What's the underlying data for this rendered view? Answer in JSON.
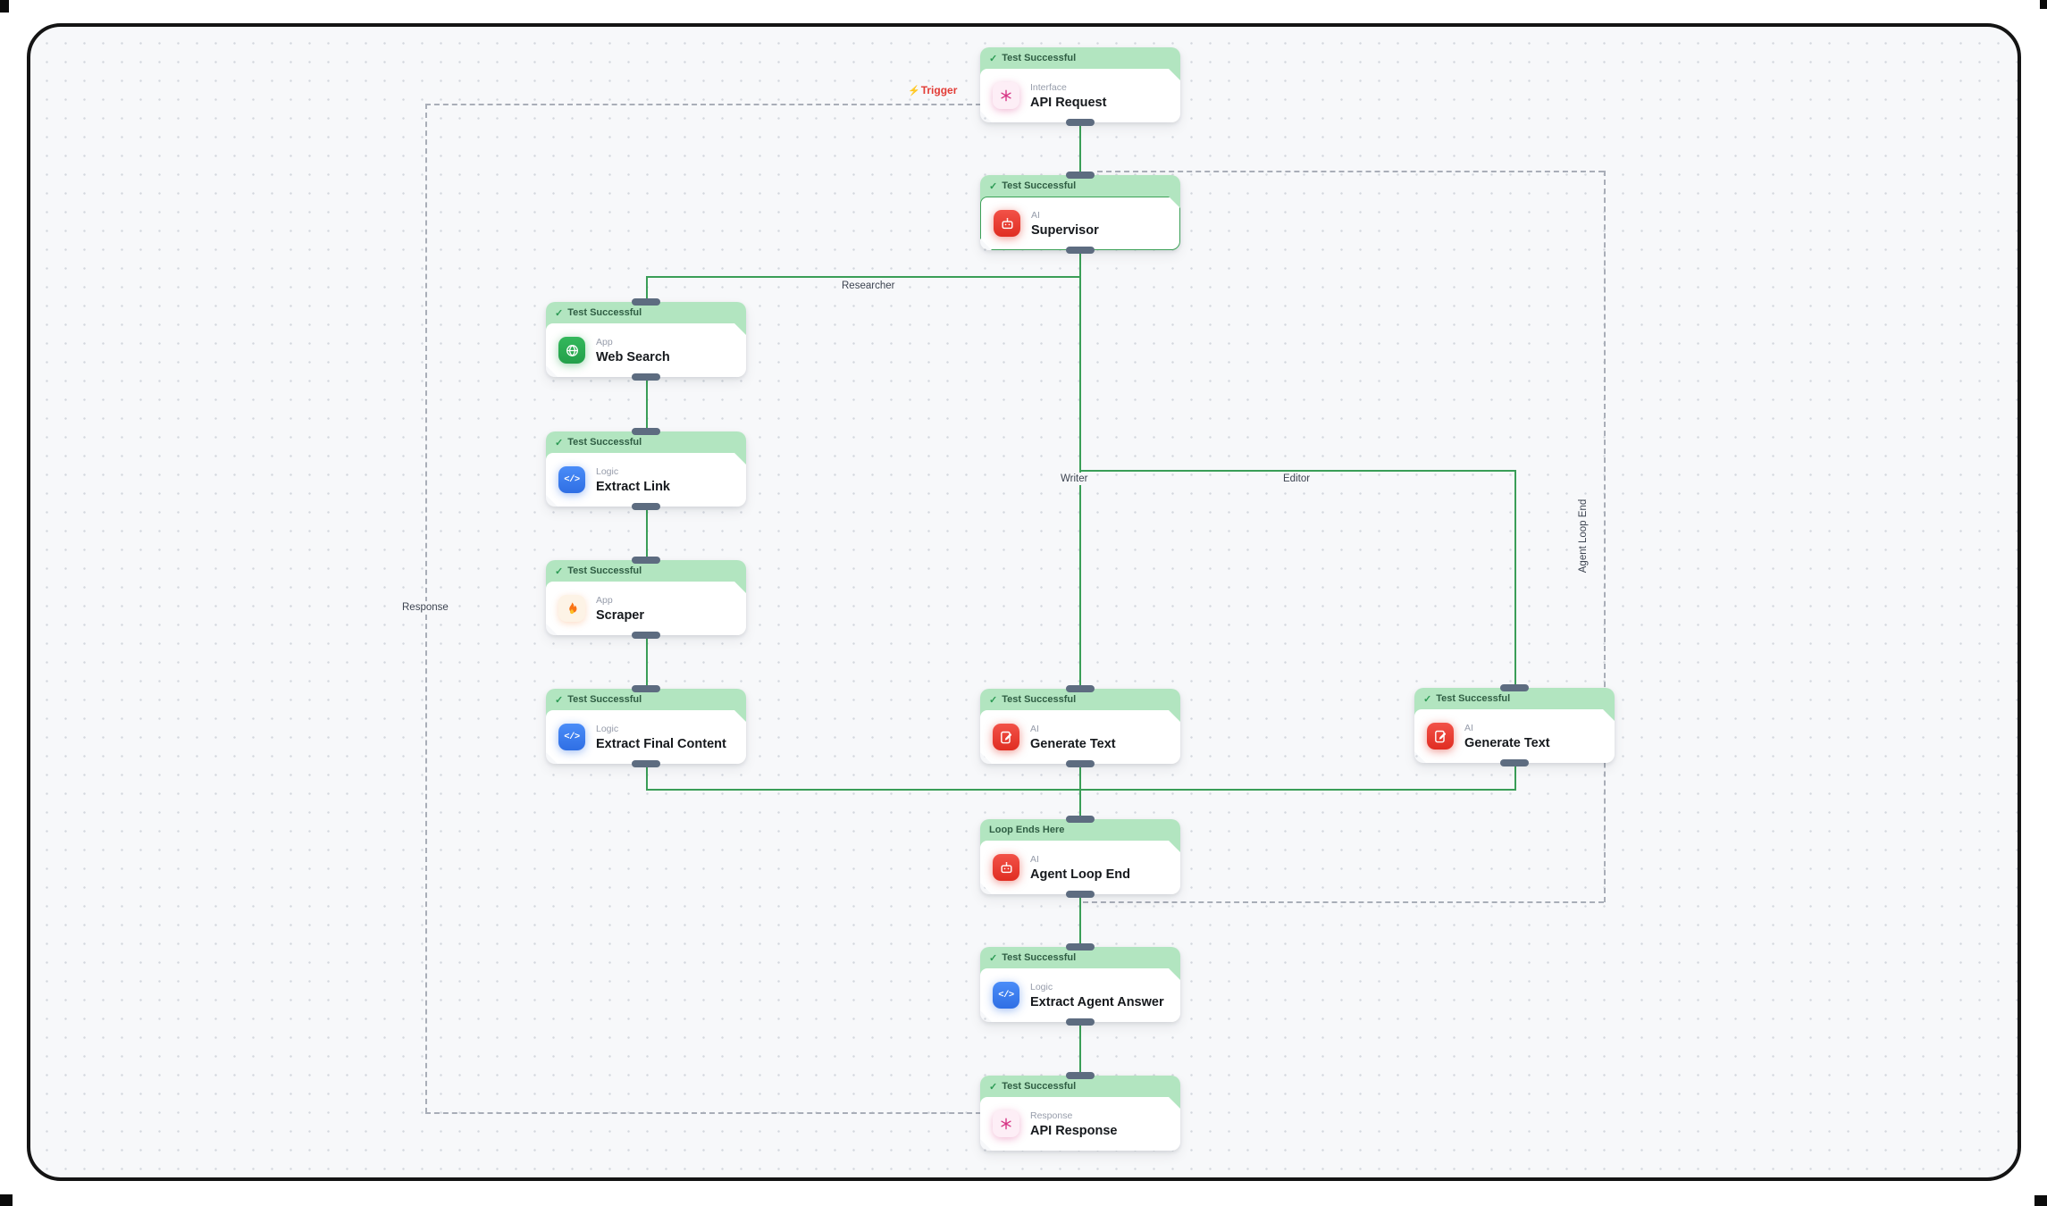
{
  "app": {
    "description": "Workflow automation canvas"
  },
  "colors": {
    "canvas_bg": "#f7f8fa",
    "edge_green": "#3a9e57",
    "edge_dashed_gray": "#a9aeb8",
    "header_green": "#b2e5c0",
    "trigger_red": "#e23b35",
    "handle_slate": "#5d6c80",
    "icon_pink": "#d63384",
    "icon_red": "#e02d22",
    "icon_green": "#23a04a",
    "icon_blue": "#2f6fe4",
    "icon_orange": "#f97316"
  },
  "badges": {
    "check": "✓"
  },
  "nodes": [
    {
      "header": "Test Successful",
      "check": "✓",
      "category": "Interface",
      "title": "API Request",
      "icon": "sparkle-icon"
    },
    {
      "header": "Test Successful",
      "check": "✓",
      "category": "AI",
      "title": "Supervisor",
      "icon": "robot-icon"
    },
    {
      "header": "Test Successful",
      "check": "✓",
      "category": "App",
      "title": "Web Search",
      "icon": "globe-icon"
    },
    {
      "header": "Test Successful",
      "check": "✓",
      "category": "Logic",
      "title": "Extract Link",
      "icon": "code-icon"
    },
    {
      "header": "Test Successful",
      "check": "✓",
      "category": "App",
      "title": "Scraper",
      "icon": "flame-icon"
    },
    {
      "header": "Test Successful",
      "check": "✓",
      "category": "Logic",
      "title": "Extract Final Content",
      "icon": "code-icon"
    },
    {
      "header": "Test Successful",
      "check": "✓",
      "category": "AI",
      "title": "Generate Text",
      "icon": "compose-icon"
    },
    {
      "header": "Test Successful",
      "check": "✓",
      "category": "AI",
      "title": "Generate Text",
      "icon": "compose-icon"
    },
    {
      "header": "Loop Ends Here",
      "check": "",
      "category": "AI",
      "title": "Agent Loop End",
      "icon": "robot-icon"
    },
    {
      "header": "Test Successful",
      "check": "✓",
      "category": "Logic",
      "title": "Extract Agent Answer",
      "icon": "code-icon"
    },
    {
      "header": "Test Successful",
      "check": "✓",
      "category": "Response",
      "title": "API Response",
      "icon": "sparkle-icon"
    }
  ],
  "edge_labels": {
    "trigger_icon": "⚡",
    "trigger": "Trigger",
    "researcher": "Researcher",
    "writer": "Writer",
    "editor": "Editor",
    "response": "Response",
    "agent_loop_end": "Agent Loop End"
  },
  "icons": {
    "code_glyph": "</>"
  }
}
